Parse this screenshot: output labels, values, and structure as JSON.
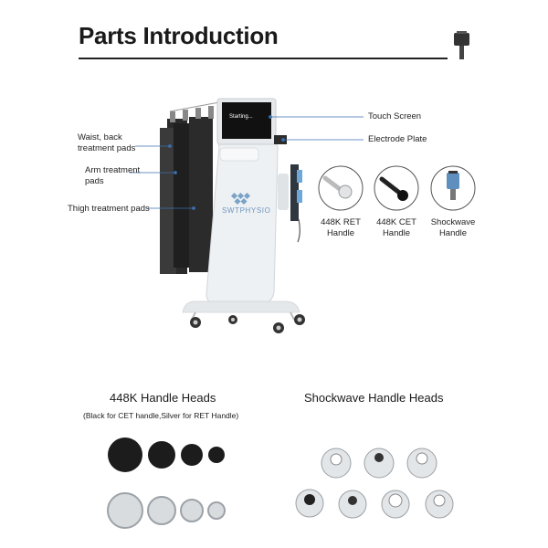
{
  "header": {
    "title": "Parts Introduction"
  },
  "machine": {
    "brand": "SWTPHYSIO",
    "screen_text": "Starting..."
  },
  "callouts": {
    "touch_screen": "Touch Screen",
    "electrode_plate": "Electrode Plate",
    "waist_back_pads": "Waist, back\ntreatment pads",
    "arm_pads": "Arm treatment\npads",
    "thigh_pads": "Thigh treatment pads"
  },
  "handles": [
    {
      "label": "448K RET\nHandle",
      "icon": "ret-handle-icon"
    },
    {
      "label": "448K CET\nHandle",
      "icon": "cet-handle-icon"
    },
    {
      "label": "Shockwave\nHandle",
      "icon": "shockwave-handle-icon"
    }
  ],
  "heads_448k": {
    "title": "448K Handle Heads",
    "note": "(Black for CET handle,Silver for RET Handle)"
  },
  "heads_shockwave": {
    "title": "Shockwave Handle Heads"
  },
  "colors": {
    "accent_line": "#3a6fb0",
    "black_head": "#1c1c1c",
    "silver_head": "#cfd3d6"
  }
}
